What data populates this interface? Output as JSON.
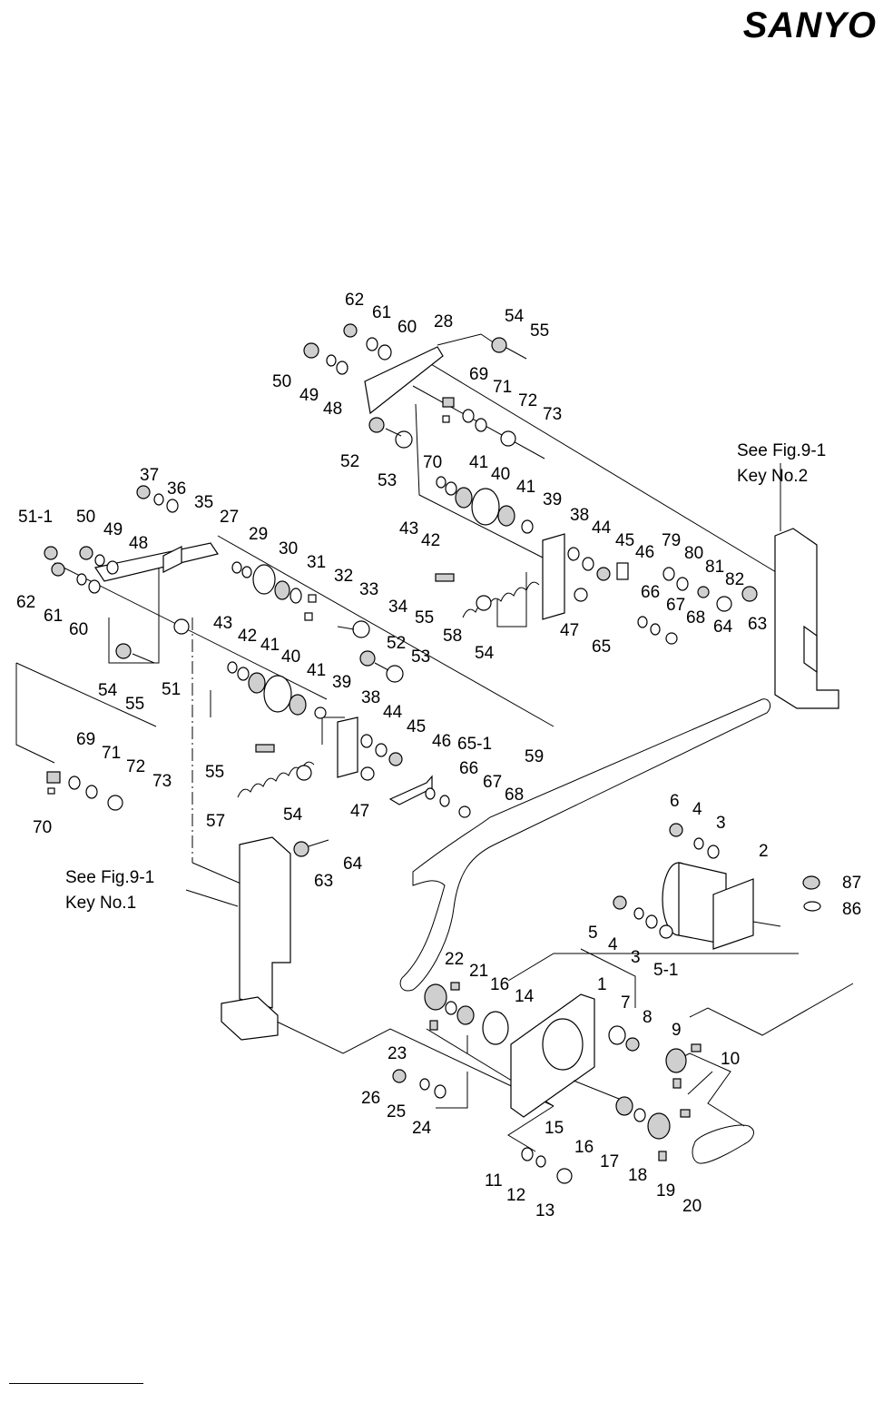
{
  "brand": {
    "logo_text": "SANYO"
  },
  "references": [
    {
      "id": "ref-fig-9-1-key-2",
      "lines": [
        "See Fig.9-1",
        "Key No.2"
      ]
    },
    {
      "id": "ref-fig-9-1-key-1",
      "lines": [
        "See Fig.9-1",
        "Key No.1"
      ]
    }
  ],
  "callouts": [
    "62",
    "61",
    "60",
    "28",
    "54",
    "55",
    "50",
    "49",
    "48",
    "69",
    "71",
    "72",
    "73",
    "70",
    "52",
    "53",
    "41",
    "40",
    "41",
    "39",
    "43",
    "42",
    "38",
    "44",
    "45",
    "46",
    "79",
    "80",
    "81",
    "82",
    "63",
    "64",
    "65",
    "66",
    "67",
    "68",
    "47",
    "55",
    "58",
    "54",
    "37",
    "36",
    "35",
    "51-1",
    "50",
    "49",
    "48",
    "27",
    "29",
    "30",
    "31",
    "32",
    "33",
    "34",
    "62",
    "61",
    "60",
    "52",
    "53",
    "54",
    "55",
    "51",
    "43",
    "42",
    "41",
    "40",
    "41",
    "39",
    "38",
    "44",
    "45",
    "46",
    "65-1",
    "59",
    "66",
    "67",
    "68",
    "69",
    "71",
    "72",
    "73",
    "70",
    "55",
    "57",
    "54",
    "47",
    "6",
    "4",
    "3",
    "2",
    "87",
    "86",
    "64",
    "63",
    "5",
    "4",
    "3",
    "5-1",
    "22",
    "21",
    "16",
    "14",
    "1",
    "7",
    "8",
    "9",
    "10",
    "23",
    "26",
    "25",
    "24",
    "15",
    "16",
    "17",
    "18",
    "19",
    "20",
    "11",
    "12",
    "13"
  ]
}
